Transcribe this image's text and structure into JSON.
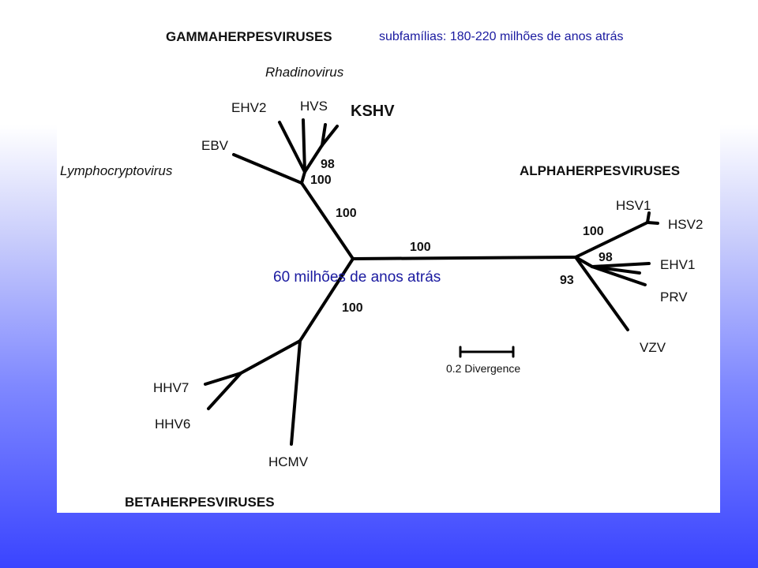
{
  "groups": {
    "gamma": "GAMMAHERPESVIRUSES",
    "alpha": "ALPHAHERPESVIRUSES",
    "beta": "BETAHERPESVIRUSES"
  },
  "genera": {
    "rhadinovirus": "Rhadinovirus",
    "lymphocryptovirus": "Lymphocryptovirus"
  },
  "leaves": {
    "ehv2": "EHV2",
    "hvs": "HVS",
    "kshv": "KSHV",
    "ebv": "EBV",
    "hsv1": "HSV1",
    "hsv2": "HSV2",
    "ehv1": "EHV1",
    "prv": "PRV",
    "vzv": "VZV",
    "hhv7": "HHV7",
    "hhv6": "HHV6",
    "hcmv": "HCMV"
  },
  "bootstrap": {
    "gamma_inner_98": "98",
    "gamma_inner_100": "100",
    "gamma_stem": "100",
    "alpha_stem": "100",
    "alpha_hsv": "100",
    "alpha_ehv1": "98",
    "alpha_vzv": "93",
    "beta_stem": "100"
  },
  "scale_bar": {
    "label": "0.2 Divergence"
  },
  "annotations": {
    "subfamilies": "subfamílias: 180-220 milhões de anos atrás",
    "sixty": "60 milhões de anos atrás"
  }
}
